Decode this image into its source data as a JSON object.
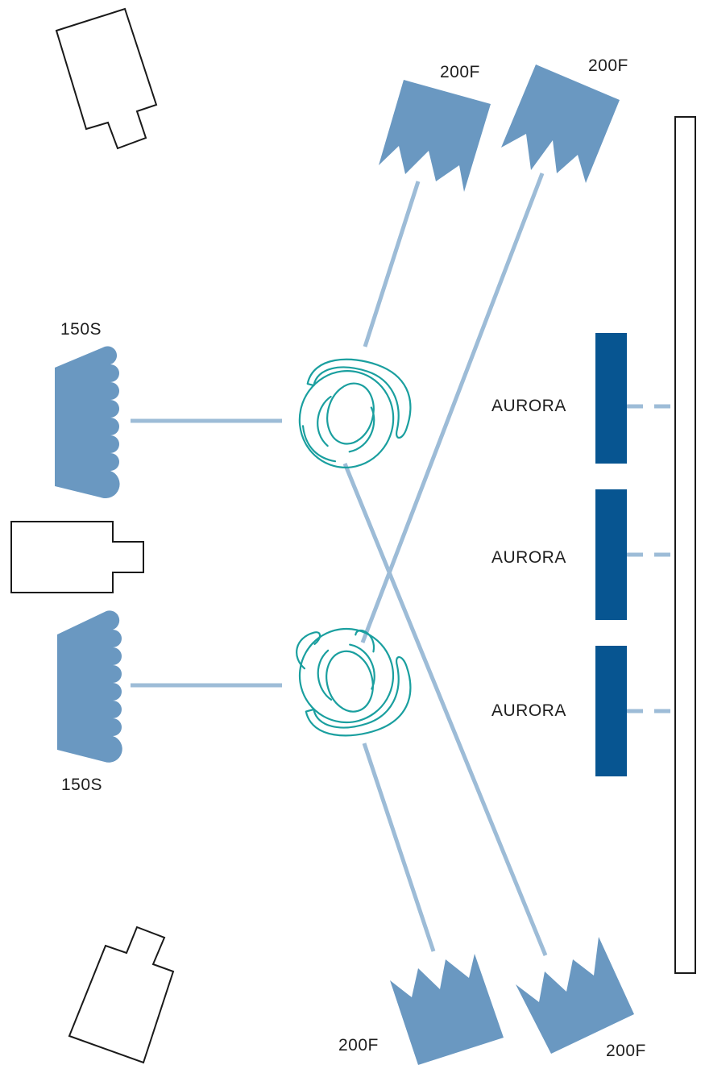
{
  "colors": {
    "fixture_fill": "#6a98c1",
    "beam": "#9dbcd7",
    "aurora_fill": "#075591",
    "subject_stroke": "#1a9f9f",
    "outline": "#1a1a1a"
  },
  "labels": {
    "fixture_top_left": "200F",
    "fixture_top_right": "200F",
    "fixture_bottom_left": "200F",
    "fixture_bottom_right": "200F",
    "softlight_upper": "150S",
    "softlight_lower": "150S",
    "aurora_1": "AURORA",
    "aurora_2": "AURORA",
    "aurora_3": "AURORA"
  },
  "icons": {
    "camera": "camera-icon",
    "fresnel": "fresnel-light-icon",
    "softlight": "softlight-icon",
    "person": "person-topdown-icon",
    "aurora": "aurora-panel-icon",
    "backdrop": "backdrop-icon"
  }
}
